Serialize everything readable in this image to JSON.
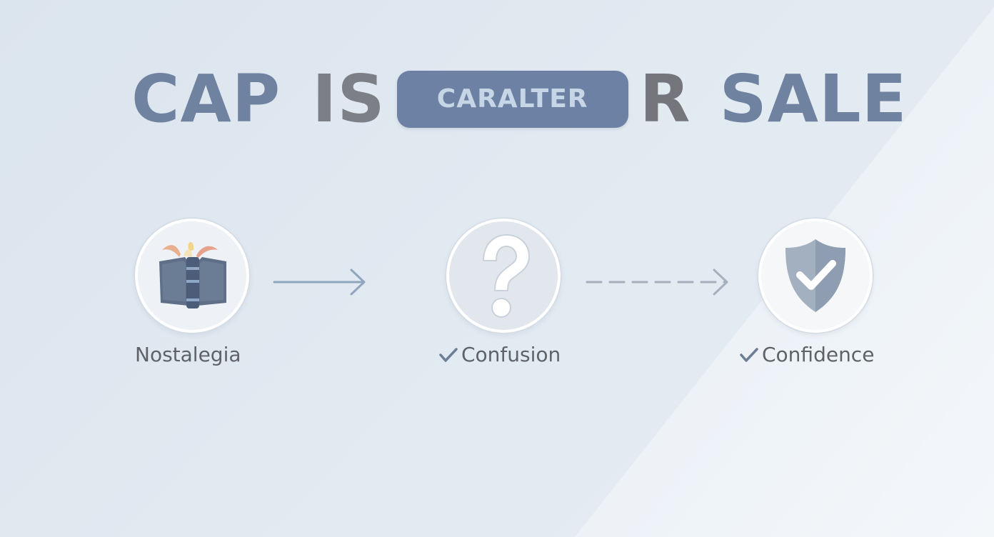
{
  "headline": {
    "words": [
      "CAP",
      "IS",
      "R",
      "SALE"
    ],
    "pill_text": "CARALTER"
  },
  "flow": {
    "steps": [
      {
        "label": "Nostalegia",
        "icon": "open-book-icon",
        "checked": false
      },
      {
        "label": "Confusion",
        "icon": "question-mark-icon",
        "checked": true
      },
      {
        "label": "Confidence",
        "icon": "shield-check-icon",
        "checked": true
      }
    ],
    "connectors": [
      {
        "style": "solid",
        "icon": "arrow-right-icon"
      },
      {
        "style": "dashed",
        "icon": "arrow-right-icon"
      }
    ]
  },
  "colors": {
    "headline_blue": "#6f82a0",
    "headline_gray": "#7d7f86",
    "pill_bg": "#6c81a3",
    "pill_text": "#c6d6e6",
    "label_text": "#5f6368",
    "check_mark": "#6e7f95",
    "solid_arrow": "#8fa6bd",
    "dashed_arrow": "#a7b1bd"
  }
}
